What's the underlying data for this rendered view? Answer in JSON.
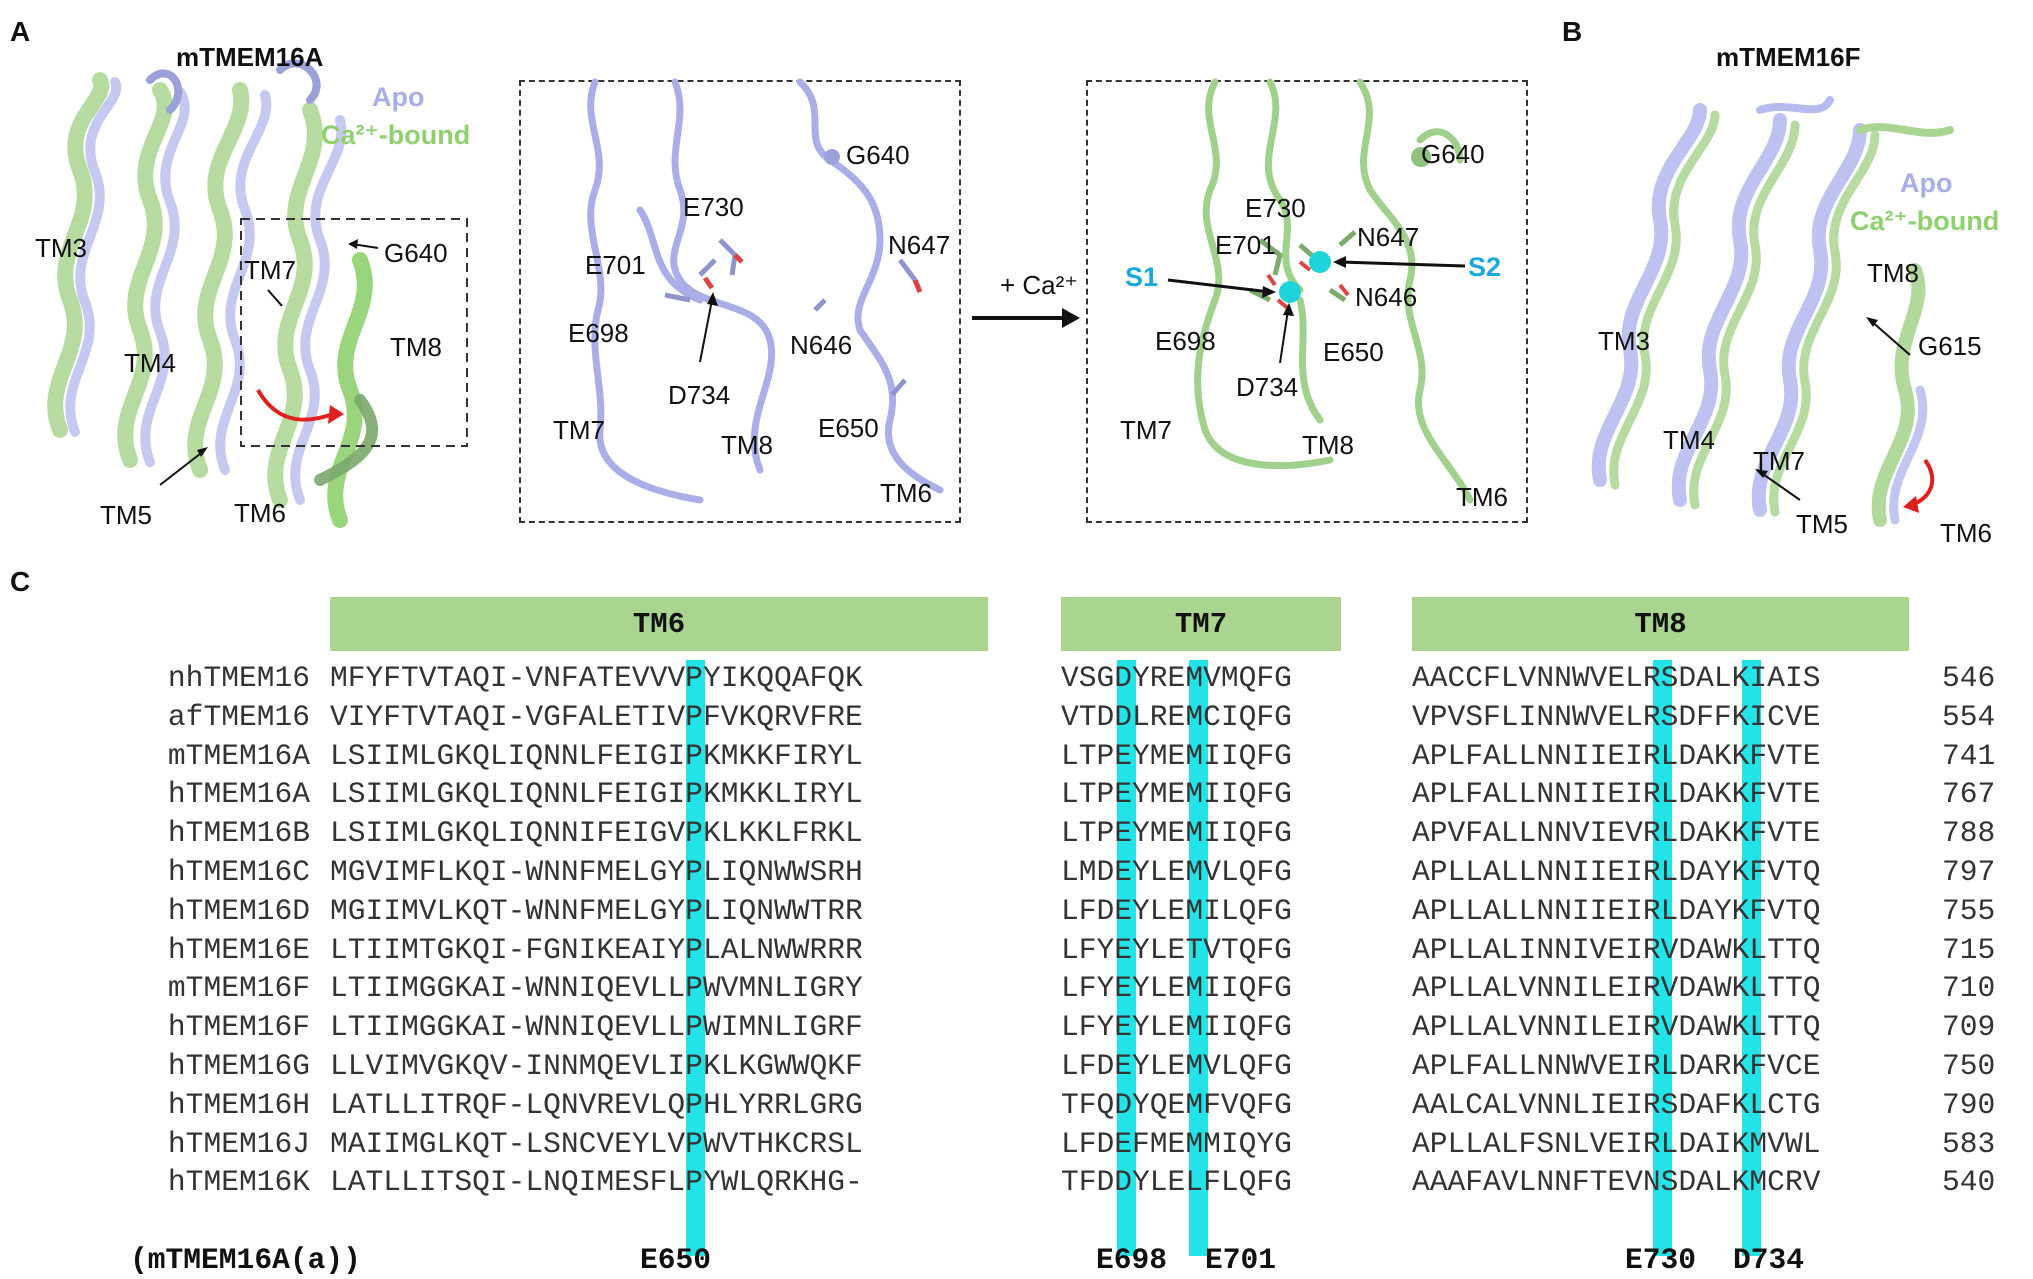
{
  "panel_labels": {
    "a": "A",
    "b": "B",
    "c": "C"
  },
  "panelA": {
    "title": "mTMEM16A",
    "legend_apo": "Apo",
    "legend_ca": "Ca²⁺-bound",
    "labels": {
      "tm3": "TM3",
      "tm4": "TM4",
      "tm5": "TM5",
      "tm6": "TM6",
      "tm7": "TM7",
      "tm8": "TM8",
      "g640": "G640"
    }
  },
  "zoom_apo": {
    "labels": {
      "g640": "G640",
      "e730": "E730",
      "n647": "N647",
      "e701": "E701",
      "e698": "E698",
      "n646": "N646",
      "d734": "D734",
      "e650": "E650",
      "tm7": "TM7",
      "tm8": "TM8",
      "tm6": "TM6"
    }
  },
  "arrow_label": "+ Ca²⁺",
  "zoom_ca": {
    "labels": {
      "g640": "G640",
      "e730": "E730",
      "e701": "E701",
      "n647": "N647",
      "s1": "S1",
      "s2": "S2",
      "n646": "N646",
      "e698": "E698",
      "e650": "E650",
      "d734": "D734",
      "tm7": "TM7",
      "tm8": "TM8",
      "tm6": "TM6"
    }
  },
  "panelB": {
    "title": "mTMEM16F",
    "legend_apo": "Apo",
    "legend_ca": "Ca²⁺-bound",
    "labels": {
      "tm8": "TM8",
      "g615": "G615",
      "tm3": "TM3",
      "tm4": "TM4",
      "tm7": "TM7",
      "tm5": "TM5",
      "tm6": "TM6"
    }
  },
  "alignment": {
    "tm_headers": [
      "TM6",
      "TM7",
      "TM8"
    ],
    "names": [
      "nhTMEM16",
      "afTMEM16",
      "mTMEM16A",
      "hTMEM16A",
      "hTMEM16B",
      "hTMEM16C",
      "hTMEM16D",
      "hTMEM16E",
      "mTMEM16F",
      "hTMEM16F",
      "hTMEM16G",
      "hTMEM16H",
      "hTMEM16J",
      "hTMEM16K"
    ],
    "block1": [
      "MFYFTVTAQI-VNFATEVVVPYIKQQAFQK",
      "VIYFTVTAQI-VGFALETIVPFVKQRVFRE",
      "LSIIMLGKQLIQNNLFEIGIPKMKKFIRYL",
      "LSIIMLGKQLIQNNLFEIGIPKMKKLIRYL",
      "LSIIMLGKQLIQNNIFEIGVPKLKKLFRKL",
      "MGVIMFLKQI-WNNFMELGYPLIQNWWSRH",
      "MGIIMVLKQT-WNNFMELGYPLIQNWWTRR",
      "LTIIMTGKQI-FGNIKEAIYPLALNWWRRR",
      "LTIIMGGKAI-WNNIQEVLLPWVMNLIGRY",
      "LTIIMGGKAI-WNNIQEVLLPWIMNLIGRF",
      "LLVIMVGKQV-INNMQEVLIPKLKGWWQKF",
      "LATLLITRQF-LQNVREVLQPHLYRRLGRG",
      "MAIIMGLKQT-LSNCVEYLVPWVTHKCRSL",
      "LATLLITSQI-LNQIMESFLPYWLQRKHG-"
    ],
    "block2": [
      "VSGDYREMVMQFG",
      "VTDDLREMCIQFG",
      "LTPEYMEMIIQFG",
      "LTPEYMEMIIQFG",
      "LTPEYMEMIIQFG",
      "LMDEYLEMVLQFG",
      "LFDEYLEMILQFG",
      "LFYEYLETVTQFG",
      "LFYEYLEMIIQFG",
      "LFYEYLEMIIQFG",
      "LFDEYLEMVLQFG",
      "TFQDYQEMFVQFG",
      "LFDEFMEMMIQYG",
      "TFDDYLELFLQFG"
    ],
    "block3": [
      "AACCFLVNNWVELRSDALKIAIS",
      "VPVSFLINNWVELRSDFFKICVE",
      "APLFALLNNIIEIRLDAKKFVTE",
      "APLFALLNNIIEIRLDAKKFVTE",
      "APVFALLNNVIEVRLDAKKFVTE",
      "APLLALLNNIIEIRLDAYKFVTQ",
      "APLLALLNNIIEIRLDAYKFVTQ",
      "APLLALINNIVEIRVDAWKLTTQ",
      "APLLALVNNILEIRVDAWKLTTQ",
      "APLLALVNNILEIRVDAWKLTTQ",
      "APLFALLNNWVEIRLDARKFVCE",
      "AALCALVNNLIEIRSDAFKLCTG",
      "APLLALFSNLVEIRLDAIKMVWL",
      "AAAFAVLNNFTEVNSDALKMCRV"
    ],
    "numbers": [
      "546",
      "554",
      "741",
      "767",
      "788",
      "797",
      "755",
      "715",
      "710",
      "709",
      "750",
      "790",
      "583",
      "540"
    ],
    "footer_ref": "(mTMEM16A(a))",
    "footer_marks": {
      "e650": "E650",
      "e698": "E698",
      "e701": "E701",
      "e730": "E730",
      "d734": "D734"
    },
    "highlight_color": "#22e4e8"
  },
  "colors": {
    "apo": "#a9aee8",
    "ca_bound": "#8fd06f",
    "site": "#19a7df",
    "highlight": "#22e4e8",
    "tm_bar": "#a9d591",
    "arrow_red": "#e02020"
  }
}
